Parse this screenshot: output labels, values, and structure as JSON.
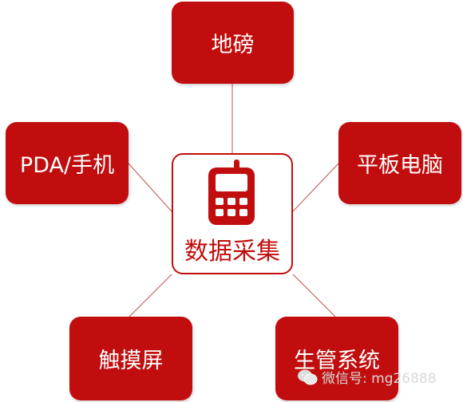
{
  "diagram": {
    "center_label": "数据采集",
    "center_icon": "mobile-phone-icon",
    "nodes": {
      "top": "地磅",
      "left": "PDA/手机",
      "right": "平板电脑",
      "bottom_left": "触摸屏",
      "bottom_right": "生管系统"
    }
  },
  "watermark": {
    "icon": "wechat-icon",
    "text": "微信号: mg26888"
  },
  "colors": {
    "accent": "#c10d0d",
    "connector": "#c0504d",
    "background": "#ffffff"
  }
}
